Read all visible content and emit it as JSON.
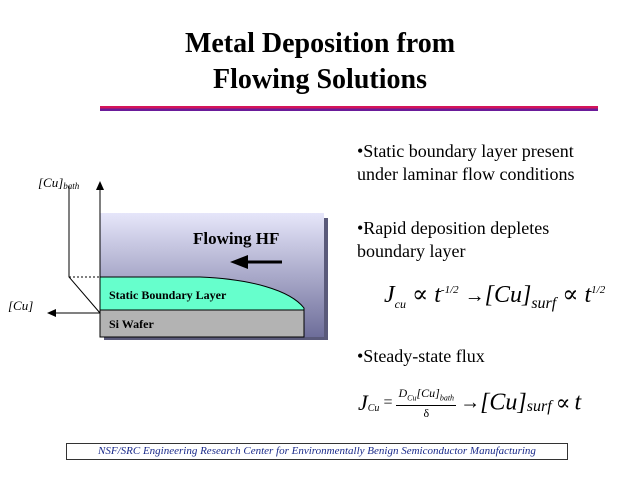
{
  "title": {
    "line1": "Metal Deposition from",
    "line2": "Flowing Solutions"
  },
  "diagram": {
    "y_axis_label": "[Cu]bath",
    "x_axis_label": "[Cu]",
    "flow_label": "Flowing HF",
    "boundary_layer_label": "Static Boundary Layer",
    "wafer_label": "Si Wafer",
    "colors": {
      "bath_top": "#e6e6fa",
      "bath_bottom": "#6e6e9a",
      "boundary": "#66ffcc",
      "wafer": "#b3b3b3"
    }
  },
  "bullets": [
    {
      "line1": "•Static boundary layer present",
      "line2": "under laminar flow conditions"
    },
    {
      "line1": "•Rapid deposition depletes",
      "line2": "boundary layer"
    },
    {
      "line1": "•Steady-state flux",
      "line2": ""
    }
  ],
  "equations": {
    "eq1": {
      "J": "J",
      "J_sub": "cu",
      "prop": "∝",
      "t1": "t",
      "t1_exp": "-1/2",
      "arrow": "→",
      "Cu": "[Cu]",
      "Cu_sub": "surf",
      "prop2": "∝",
      "t2": "t",
      "t2_exp": "1/2"
    },
    "eq2": {
      "J": "J",
      "J_sub": "Cu",
      "equals": "=",
      "num_D": "D",
      "num_D_sub": "Cu",
      "num_Cu": "[Cu]",
      "num_Cu_sub": "bath",
      "den": "δ",
      "arrow": "→",
      "Cu": "[Cu]",
      "Cu_sub": "surf",
      "prop": "∝",
      "t": "t"
    }
  },
  "footer": "NSF/SRC Engineering Research Center for Environmentally Benign Semiconductor Manufacturing"
}
